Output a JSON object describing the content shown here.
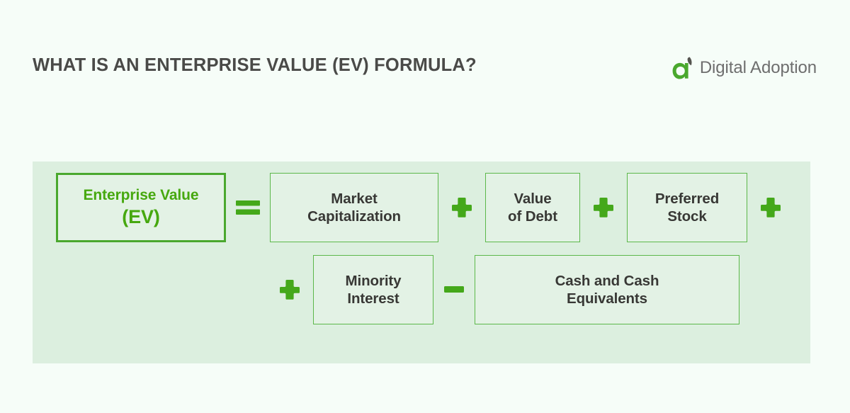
{
  "page": {
    "title": "WHAT IS AN ENTERPRISE VALUE (EV) FORMULA?",
    "background_color": "#f6fdf8",
    "panel_color": "#dcefdf",
    "accent_green": "#4aa82e",
    "box_border_green": "#5cb84a",
    "box_fill": "#e3f2e5",
    "text_dark": "#383835",
    "text_green": "#46a80f"
  },
  "brand": {
    "mark_icon": "leaf-a-logo-icon",
    "name": "Digital Adoption",
    "mark_color": "#4aa82e",
    "leaf_color": "#55544f",
    "text_color": "#6e6e6e"
  },
  "formula": {
    "rows": [
      {
        "items": [
          {
            "kind": "term",
            "highlight": true,
            "label_line_1": "Enterprise Value",
            "label_line_2": "(EV)",
            "name": "enterprise-value-box"
          },
          {
            "kind": "operator",
            "symbol": "=",
            "icon": "equals-icon",
            "name": "operator-equals"
          },
          {
            "kind": "term",
            "highlight": false,
            "label_line_1": "Market",
            "label_line_2": "Capitalization",
            "name": "market-capitalization-box"
          },
          {
            "kind": "operator",
            "symbol": "+",
            "icon": "plus-icon",
            "name": "operator-plus-1"
          },
          {
            "kind": "term",
            "highlight": false,
            "label_line_1": "Value",
            "label_line_2": "of Debt",
            "name": "value-of-debt-box"
          },
          {
            "kind": "operator",
            "symbol": "+",
            "icon": "plus-icon",
            "name": "operator-plus-2"
          },
          {
            "kind": "term",
            "highlight": false,
            "label_line_1": "Preferred",
            "label_line_2": "Stock",
            "name": "preferred-stock-box"
          },
          {
            "kind": "operator",
            "symbol": "+",
            "icon": "plus-icon",
            "name": "operator-plus-3"
          }
        ]
      },
      {
        "items": [
          {
            "kind": "operator",
            "symbol": "+",
            "icon": "plus-icon",
            "name": "operator-plus-4"
          },
          {
            "kind": "term",
            "highlight": false,
            "label_line_1": "Minority",
            "label_line_2": "Interest",
            "name": "minority-interest-box"
          },
          {
            "kind": "operator",
            "symbol": "−",
            "icon": "minus-icon",
            "name": "operator-minus"
          },
          {
            "kind": "term",
            "highlight": false,
            "label_line_1": "Cash and Cash",
            "label_line_2": "Equivalents",
            "name": "cash-and-cash-equivalents-box"
          }
        ]
      }
    ]
  }
}
